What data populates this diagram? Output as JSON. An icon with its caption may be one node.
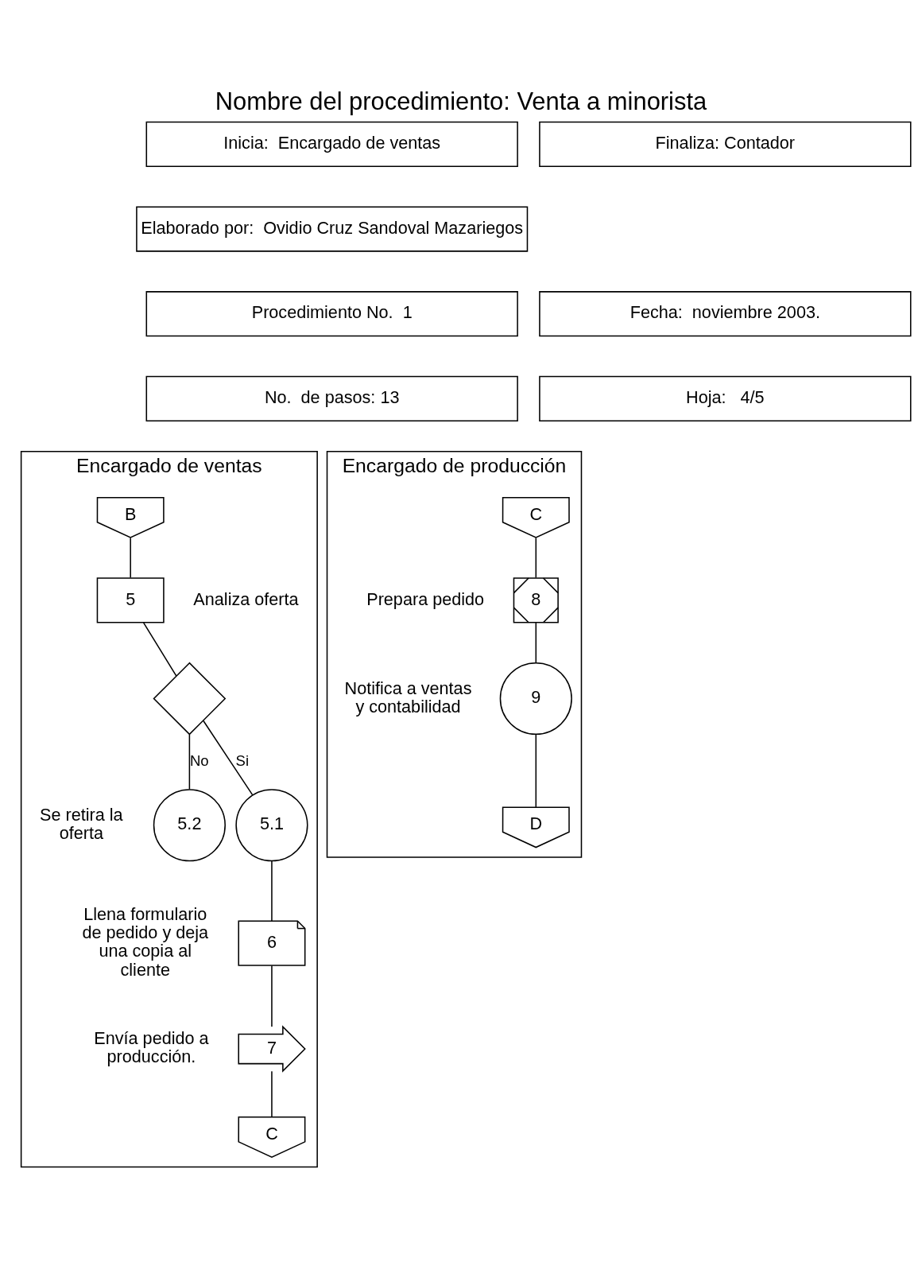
{
  "diagram": {
    "title": "Nombre del procedimiento: Venta a minorista",
    "nodes": [
      {
        "text": [
          "Encargado de ventas"
        ]
      },
      {
        "text": [
          "B"
        ],
        "in": 0
      },
      {
        "text": [
          "5"
        ],
        "beside": [
          "Analiza oferta"
        ],
        "in": 0
      },
      {
        "text": [],
        "shape": "diamond",
        "in": 0
      },
      {
        "text": [
          "5.2"
        ],
        "beside": [
          "Se retira la oferta"
        ],
        "in": 0
      },
      {
        "text": [
          "5.1"
        ],
        "in": 0
      },
      {
        "text": [
          "6"
        ],
        "beside": [
          "Llena formulario de pedido y deja una copia al cliente"
        ],
        "in": 0
      },
      {
        "text": [
          "7"
        ],
        "beside": [
          "Envía pedido a producción."
        ],
        "in": 0
      },
      {
        "text": [
          "C"
        ],
        "in": 0
      },
      {
        "text": [
          "Encargado de producción"
        ]
      },
      {
        "text": [
          "C"
        ],
        "in": 9
      },
      {
        "text": [
          "8"
        ],
        "beside": [
          "Prepara pedido"
        ],
        "in": 9
      },
      {
        "text": [
          "9"
        ],
        "beside": [
          "Notifica a ventas y contabilidad"
        ],
        "in": 9
      },
      {
        "text": [
          "D"
        ],
        "in": 9
      }
    ],
    "edges": [
      {
        "from": 1,
        "to": 2,
        "arrow": "none"
      },
      {
        "from": 2,
        "to": 3,
        "arrow": "none"
      },
      {
        "from": 3,
        "to": 4,
        "arrow": "none",
        "label": "No"
      },
      {
        "from": 3,
        "to": 5,
        "arrow": "none",
        "label": "Si"
      },
      {
        "from": 5,
        "to": 6,
        "arrow": "none"
      },
      {
        "from": 6,
        "to": 7,
        "arrow": "none"
      },
      {
        "from": 7,
        "to": 8,
        "arrow": "none"
      },
      {
        "from": 10,
        "to": 11,
        "arrow": "none"
      },
      {
        "from": 11,
        "to": 12,
        "arrow": "none"
      },
      {
        "from": 12,
        "to": 13,
        "arrow": "none"
      }
    ],
    "labels": [
      "Inicia:  Encargado de ventas",
      "Finaliza: Contador",
      "Elaborado por:  Ovidio Cruz Sandoval Mazariegos",
      "Procedimiento No.  1",
      "Fecha:  noviembre 2003.",
      "No.  de pasos: 13",
      "Hoja:   4/5"
    ]
  }
}
